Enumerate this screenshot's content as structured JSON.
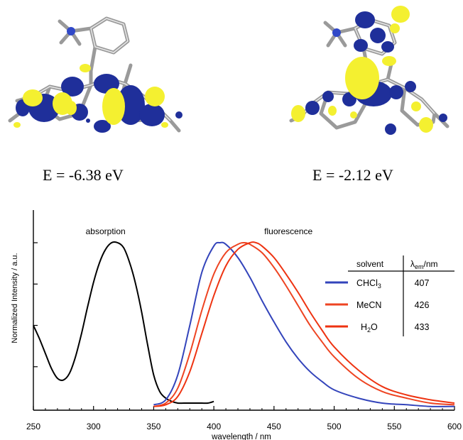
{
  "orbitals": [
    {
      "energy_label": "E = -6.38 eV"
    },
    {
      "energy_label": "E = -2.12 eV"
    }
  ],
  "colors": {
    "axis": "#000000",
    "absorption": "#000000",
    "chcl3": "#3344bb",
    "mecn": "#ee4422",
    "h2o": "#ee3311",
    "lobe_yellow": "#f4f030",
    "lobe_blue": "#1f2f9a",
    "bond": "#9a9a9a"
  },
  "chart_data": {
    "type": "line",
    "xlabel": "wavelength / nm",
    "ylabel": "Normalized Intensity / a.u.",
    "xlim": [
      250,
      600
    ],
    "ylim": [
      0,
      1
    ],
    "xticks": [
      250,
      300,
      350,
      400,
      450,
      500,
      550,
      600
    ],
    "annotations": [
      {
        "text": "absorption",
        "x": 310
      },
      {
        "text": "fluorescence",
        "x": 462
      }
    ],
    "series": [
      {
        "name": "absorption",
        "x": [
          250,
          255,
          260,
          265,
          270,
          275,
          280,
          285,
          290,
          295,
          300,
          305,
          310,
          315,
          320,
          325,
          330,
          335,
          340,
          345,
          350,
          355,
          360,
          365,
          370,
          375,
          380,
          385,
          390,
          395,
          400
        ],
        "y": [
          0.5,
          0.42,
          0.33,
          0.24,
          0.18,
          0.17,
          0.21,
          0.31,
          0.45,
          0.61,
          0.76,
          0.88,
          0.96,
          1.0,
          1.0,
          0.97,
          0.88,
          0.75,
          0.58,
          0.38,
          0.2,
          0.1,
          0.06,
          0.04,
          0.03,
          0.03,
          0.03,
          0.03,
          0.03,
          0.03,
          0.04
        ]
      },
      {
        "name": "CHCl3",
        "x": [
          350,
          360,
          370,
          380,
          390,
          400,
          405,
          410,
          420,
          430,
          440,
          450,
          460,
          470,
          480,
          490,
          500,
          520,
          540,
          560,
          580,
          600
        ],
        "y": [
          0.02,
          0.05,
          0.2,
          0.5,
          0.82,
          0.98,
          1.0,
          0.99,
          0.91,
          0.79,
          0.65,
          0.52,
          0.4,
          0.3,
          0.22,
          0.16,
          0.11,
          0.06,
          0.03,
          0.02,
          0.01,
          0.01
        ]
      },
      {
        "name": "MeCN",
        "x": [
          350,
          360,
          370,
          380,
          390,
          400,
          410,
          420,
          425,
          430,
          440,
          450,
          460,
          470,
          480,
          490,
          500,
          520,
          540,
          560,
          580,
          600
        ],
        "y": [
          0.01,
          0.03,
          0.12,
          0.33,
          0.59,
          0.81,
          0.94,
          0.99,
          1.0,
          0.99,
          0.94,
          0.85,
          0.74,
          0.62,
          0.5,
          0.4,
          0.31,
          0.18,
          0.1,
          0.06,
          0.03,
          0.02
        ]
      },
      {
        "name": "H2O",
        "x": [
          350,
          360,
          370,
          380,
          390,
          400,
          410,
          420,
          430,
          435,
          440,
          450,
          460,
          470,
          480,
          490,
          500,
          520,
          540,
          560,
          580,
          600
        ],
        "y": [
          0.01,
          0.02,
          0.07,
          0.22,
          0.45,
          0.68,
          0.86,
          0.96,
          1.0,
          1.0,
          0.98,
          0.91,
          0.81,
          0.7,
          0.58,
          0.47,
          0.37,
          0.23,
          0.13,
          0.08,
          0.05,
          0.03
        ]
      }
    ],
    "table": {
      "headers": [
        "solvent",
        "λ",
        "em",
        "/nm"
      ],
      "rows": [
        {
          "base": "CHCl",
          "sub": "3",
          "tail": "",
          "value": "407",
          "color": "#3344bb"
        },
        {
          "base": "MeCN",
          "sub": "",
          "tail": "",
          "value": "426",
          "color": "#ee4422"
        },
        {
          "base": "H",
          "sub": "2",
          "tail": "O",
          "value": "433",
          "color": "#ee3311"
        }
      ]
    }
  }
}
